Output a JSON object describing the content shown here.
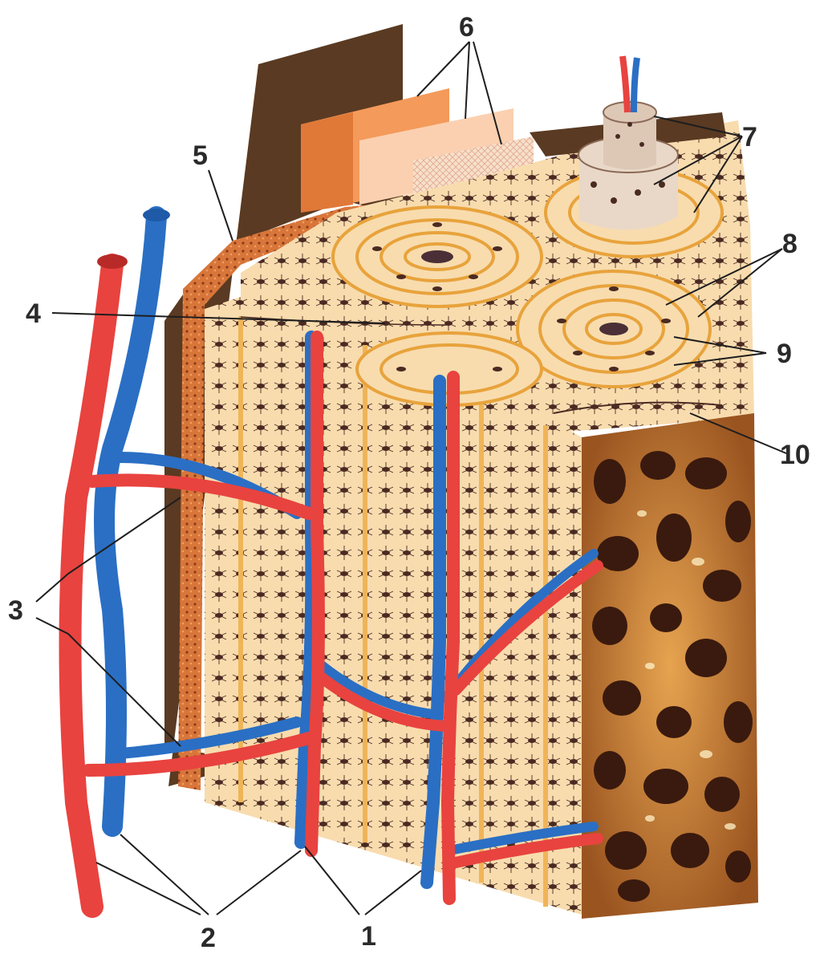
{
  "labels": {
    "l1": "1",
    "l2": "2",
    "l3": "3",
    "l4": "4",
    "l5": "5",
    "l6": "6",
    "l7": "7",
    "l8": "8",
    "l9": "9",
    "l10": "10"
  },
  "colors": {
    "artery": "#e8433f",
    "vein": "#2a6fc4",
    "bone_matrix": "#f8dcae",
    "lamella_line": "#e8a33c",
    "osteocyte": "#4a2a22",
    "periosteum_outer": "#5a3a22",
    "periosteum_inner": "#d8763a",
    "spongy_bone": "#b4692a"
  }
}
